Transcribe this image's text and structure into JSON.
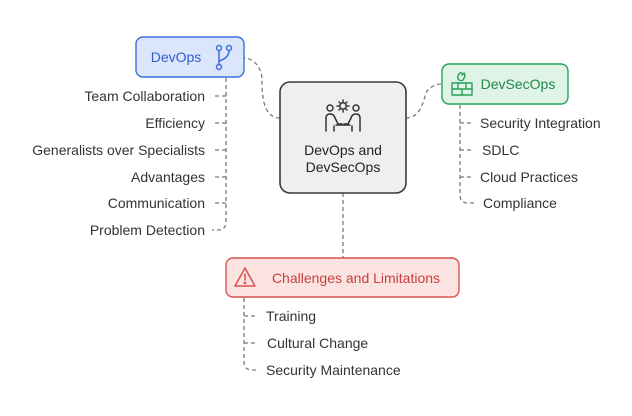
{
  "center": {
    "line1": "DevOps and",
    "line2": "DevSecOps",
    "icon": "people-collaboration-icon"
  },
  "devops": {
    "label": "DevOps",
    "icon": "git-branch-icon",
    "color": "#3b6fe0",
    "items": [
      "Team Collaboration",
      "Efficiency",
      "Generalists over Specialists",
      "Advantages",
      "Communication",
      "Problem Detection"
    ]
  },
  "devsecops": {
    "label": "DevSecOps",
    "icon": "firewall-icon",
    "color": "#27a25a",
    "items": [
      "Security Integration",
      "SDLC",
      "Cloud Practices",
      "Compliance"
    ]
  },
  "challenges": {
    "label": "Challenges and Limitations",
    "icon": "warning-triangle-icon",
    "color": "#d9534f",
    "items": [
      "Training",
      "Cultural Change",
      "Security Maintenance"
    ]
  }
}
